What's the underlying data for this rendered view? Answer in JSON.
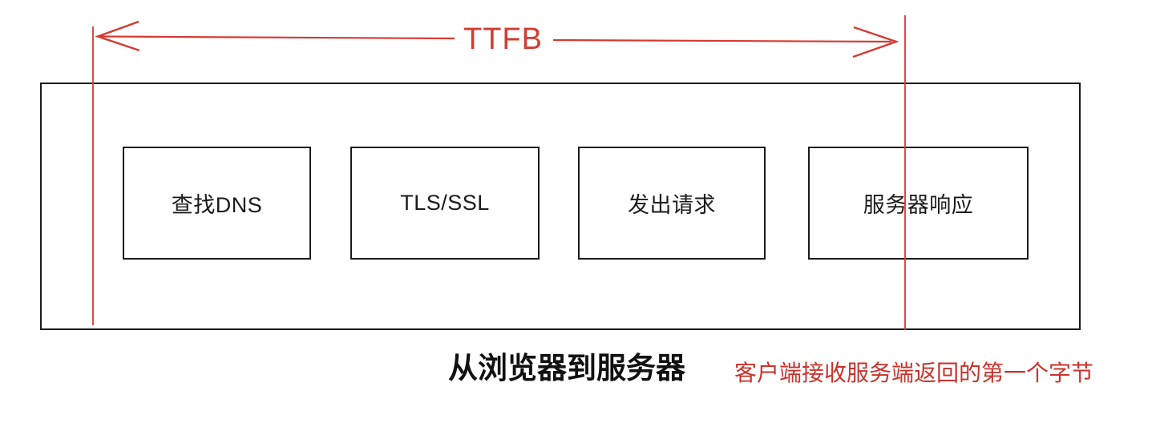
{
  "diagram": {
    "title_label": "TTFB",
    "boxes": [
      {
        "label": "查找DNS"
      },
      {
        "label": "TLS/SSL"
      },
      {
        "label": "发出请求"
      },
      {
        "label": "服务器响应"
      }
    ],
    "caption": "从浏览器到服务器",
    "annotation": "客户端接收服务端返回的第一个字节",
    "colors": {
      "stroke-red": "#d33b33",
      "text-red": "#c9332c",
      "ink-black": "#1b1b1b"
    }
  }
}
